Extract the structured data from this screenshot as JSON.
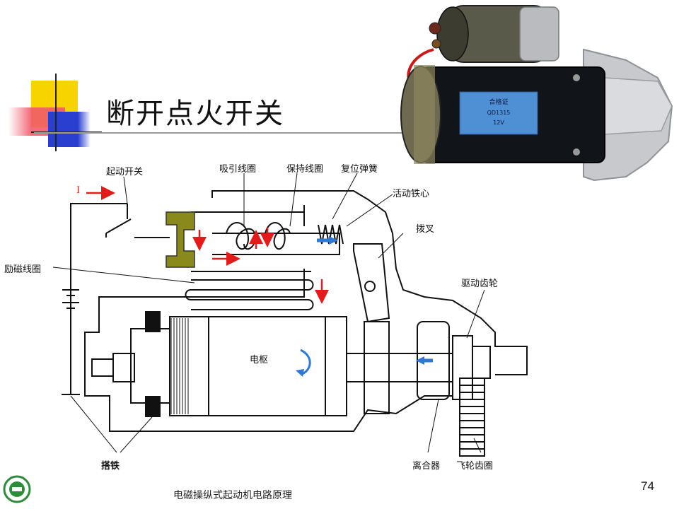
{
  "slide": {
    "title": "断开点火开关",
    "page_number": "74",
    "caption": "电磁操纵式起动机电路原理"
  },
  "diagram_labels": {
    "ignition_switch": "起动开关",
    "current_symbol": "I",
    "pull_in_coil": "吸引线圈",
    "hold_in_coil": "保持线圈",
    "return_spring": "复位弹簧",
    "plunger": "活动铁心",
    "shift_fork": "拨叉",
    "field_coil": "励磁线圈",
    "drive_gear": "驱动齿轮",
    "armature": "电枢",
    "ground": "搭铁",
    "clutch": "离合器",
    "flywheel_ring": "飞轮齿圈"
  },
  "photo_nameplate": {
    "label": "合格证",
    "model": "QD1315",
    "voltage": "12V"
  },
  "colors": {
    "current_arrow": "#e21b1b",
    "motion_arrow": "#2f78d4",
    "contact": "#8a8a1c",
    "deco_yellow": "#f7d300",
    "deco_red": "#f25a6b",
    "deco_blue": "#2a3fd0",
    "logo": "#2e8b3a"
  }
}
